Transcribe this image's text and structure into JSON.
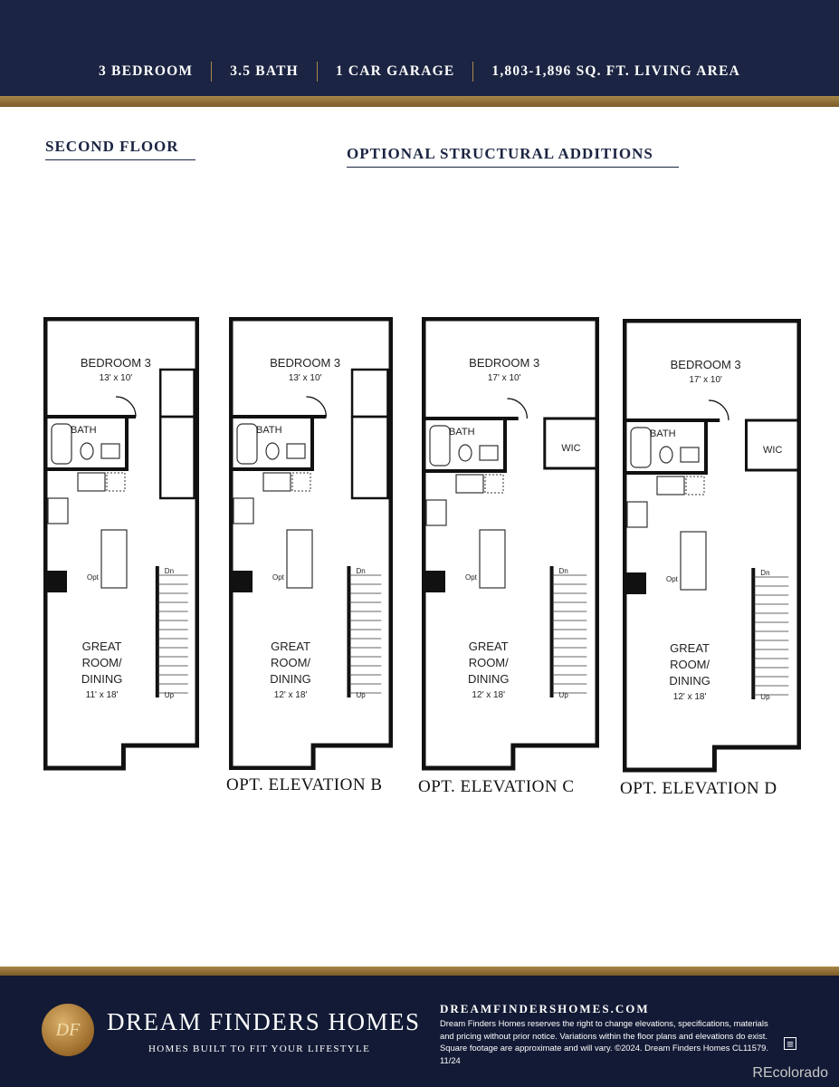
{
  "header": {
    "specs": [
      "3 BEDROOM",
      "3.5 BATH",
      "1 CAR GARAGE",
      "1,803-1,896 SQ. FT. LIVING AREA"
    ]
  },
  "sections": {
    "left": "SECOND FLOOR",
    "right": "OPTIONAL STRUCTURAL ADDITIONS"
  },
  "plans": [
    {
      "bedroom": "BEDROOM 3",
      "bedroom_dims": "13' x 10'",
      "bath": "BATH",
      "opt": "Opt",
      "dn": "Dn",
      "up": "Up",
      "great1": "GREAT",
      "great2": "ROOM/",
      "great3": "DINING",
      "great_dims": "11' x 18'",
      "elevation": ""
    },
    {
      "bedroom": "BEDROOM 3",
      "bedroom_dims": "13' x 10'",
      "bath": "BATH",
      "opt": "Opt",
      "dn": "Dn",
      "up": "Up",
      "great1": "GREAT",
      "great2": "ROOM/",
      "great3": "DINING",
      "great_dims": "12' x 18'",
      "elevation": "OPT. ELEVATION B"
    },
    {
      "bedroom": "BEDROOM 3",
      "bedroom_dims": "17' x 10'",
      "bath": "BATH",
      "wic": "WIC",
      "opt": "Opt",
      "dn": "Dn",
      "up": "Up",
      "great1": "GREAT",
      "great2": "ROOM/",
      "great3": "DINING",
      "great_dims": "12' x 18'",
      "elevation": "OPT. ELEVATION C"
    },
    {
      "bedroom": "BEDROOM 3",
      "bedroom_dims": "17' x 10'",
      "bath": "BATH",
      "wic": "WIC",
      "opt": "Opt",
      "dn": "Dn",
      "up": "Up",
      "great1": "GREAT",
      "great2": "ROOM/",
      "great3": "DINING",
      "great_dims": "12' x 18'",
      "elevation": "OPT. ELEVATION D"
    }
  ],
  "footer": {
    "logo_mark": "DF",
    "brand": "DREAM FINDERS HOMES",
    "tagline": "HOMES BUILT TO FIT YOUR LIFESTYLE",
    "url": "DREAMFINDERSHOMES.COM",
    "disclaimer": "Dream Finders Homes reserves the right to change elevations, specifications, materials and pricing without prior notice. Variations within the floor plans and elevations do exist. Square footage are approximate and will vary. ©2024. Dream Finders Homes CL11579. 11/24",
    "watermark": "REcolorado"
  },
  "colors": {
    "navy": "#1b2442",
    "gold": "#a88848"
  }
}
